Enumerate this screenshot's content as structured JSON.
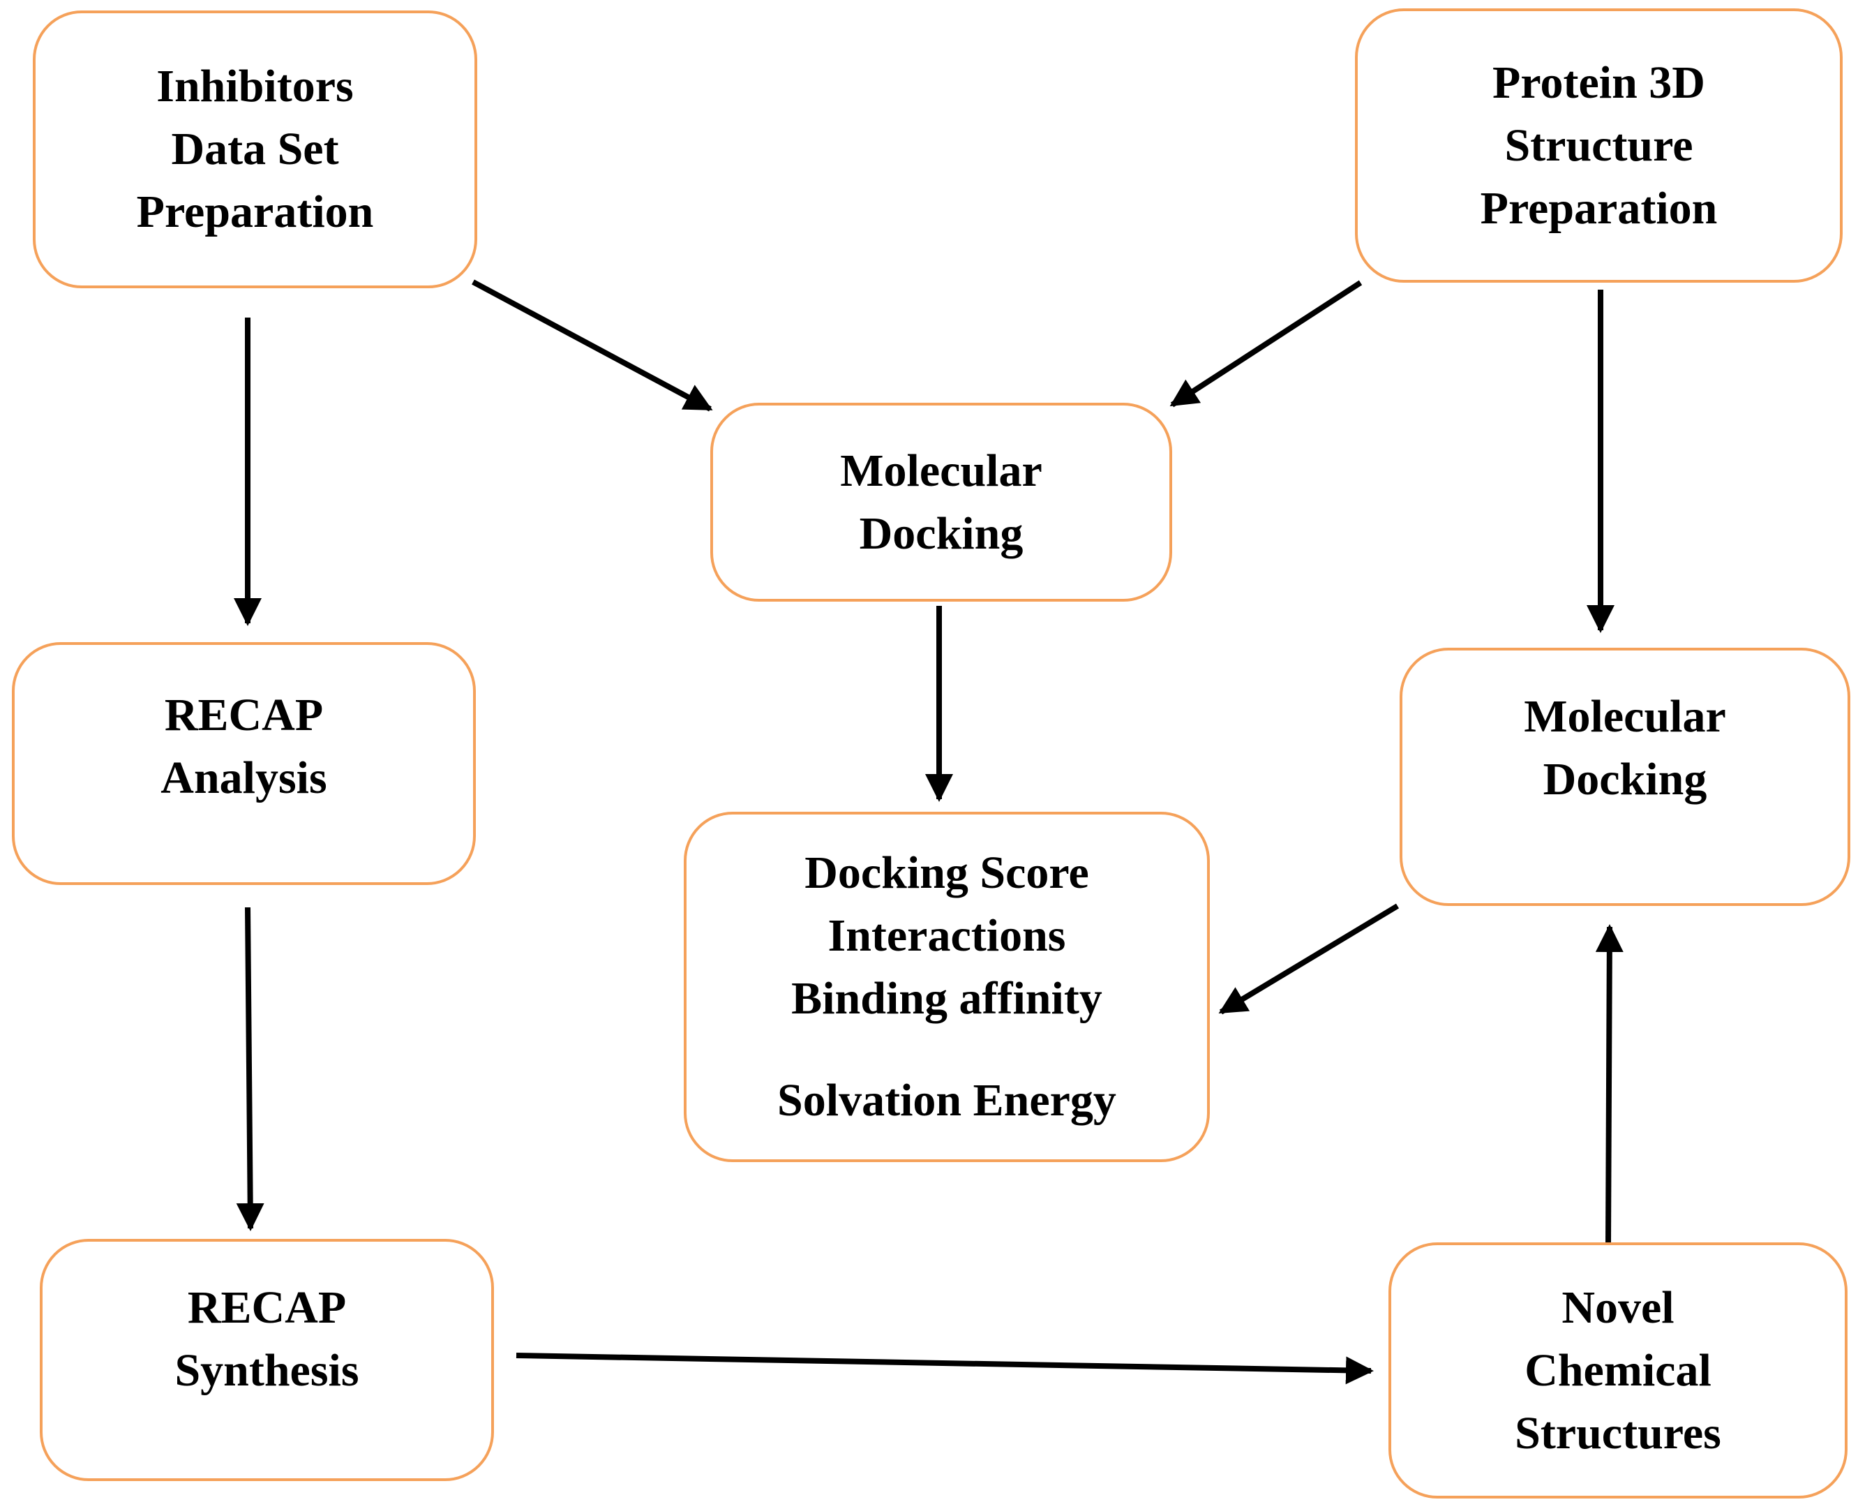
{
  "nodes": {
    "inhibitors": {
      "lines": [
        "Inhibitors",
        "Data Set",
        "Preparation"
      ]
    },
    "protein": {
      "lines": [
        "Protein 3D",
        "Structure",
        "Preparation"
      ]
    },
    "docking_center": {
      "lines": [
        "Molecular",
        "Docking"
      ]
    },
    "results": {
      "lines": [
        "Docking Score",
        "Interactions",
        "Binding affinity",
        "Solvation Energy"
      ]
    },
    "recap_analysis": {
      "lines": [
        "RECAP",
        "Analysis"
      ]
    },
    "docking_right": {
      "lines": [
        "Molecular",
        "Docking"
      ]
    },
    "recap_synthesis": {
      "lines": [
        "RECAP",
        "Synthesis"
      ]
    },
    "novel": {
      "lines": [
        "Novel",
        "Chemical",
        "Structures"
      ]
    }
  },
  "edges": [
    {
      "from": "inhibitors",
      "to": "docking_center"
    },
    {
      "from": "protein",
      "to": "docking_center"
    },
    {
      "from": "inhibitors",
      "to": "recap_analysis"
    },
    {
      "from": "protein",
      "to": "docking_right"
    },
    {
      "from": "docking_center",
      "to": "results"
    },
    {
      "from": "recap_analysis",
      "to": "recap_synthesis"
    },
    {
      "from": "docking_right",
      "to": "results"
    },
    {
      "from": "novel",
      "to": "docking_right"
    },
    {
      "from": "recap_synthesis",
      "to": "novel"
    }
  ],
  "colors": {
    "node_border": "#f5a15a",
    "arrow": "#000000",
    "text": "#000000"
  }
}
